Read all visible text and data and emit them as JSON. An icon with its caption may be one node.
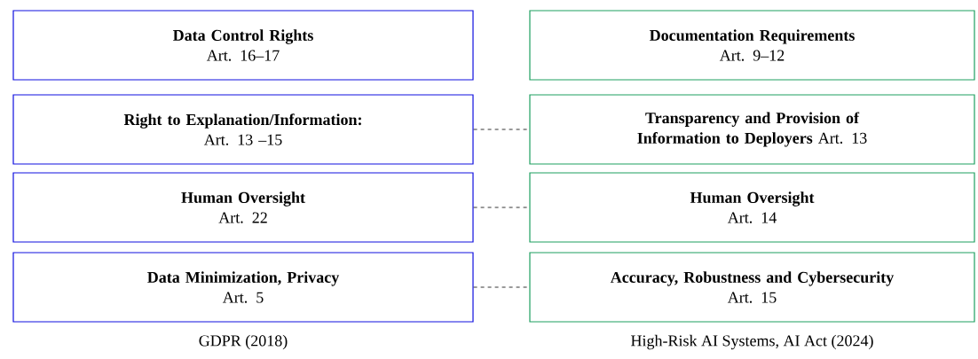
{
  "diagram": {
    "nodes": [
      {
        "text": [
          "Data Control Rights",
          "Art. 16–17"
        ]
      },
      {
        "text": [
          "Documentation Requirements",
          "Art. 9–12"
        ]
      },
      {
        "text": [
          "Right to Explanation/Information:",
          "Art. 13 –15"
        ]
      },
      {
        "text": [
          "Transparency and Provision of Information to Deployers",
          "Art. 13"
        ]
      },
      {
        "text": [
          "Human Oversight",
          "Art. 22"
        ]
      },
      {
        "text": [
          "Human Oversight",
          "Art. 14"
        ]
      },
      {
        "text": [
          "Data Minimization, Privacy",
          "Art. 5"
        ]
      },
      {
        "text": [
          "Accuracy, Robustness and Cybersecurity",
          "Art. 15"
        ]
      }
    ],
    "edges": [
      {
        "from": 2,
        "to": 3,
        "arrow": "none",
        "style": "dashed"
      },
      {
        "from": 4,
        "to": 5,
        "arrow": "none",
        "style": "dashed"
      },
      {
        "from": 6,
        "to": 7,
        "arrow": "none",
        "style": "dashed"
      }
    ],
    "labels": [
      "GDPR (2018)",
      "High-Risk AI Systems, AI Act (2024)"
    ]
  }
}
